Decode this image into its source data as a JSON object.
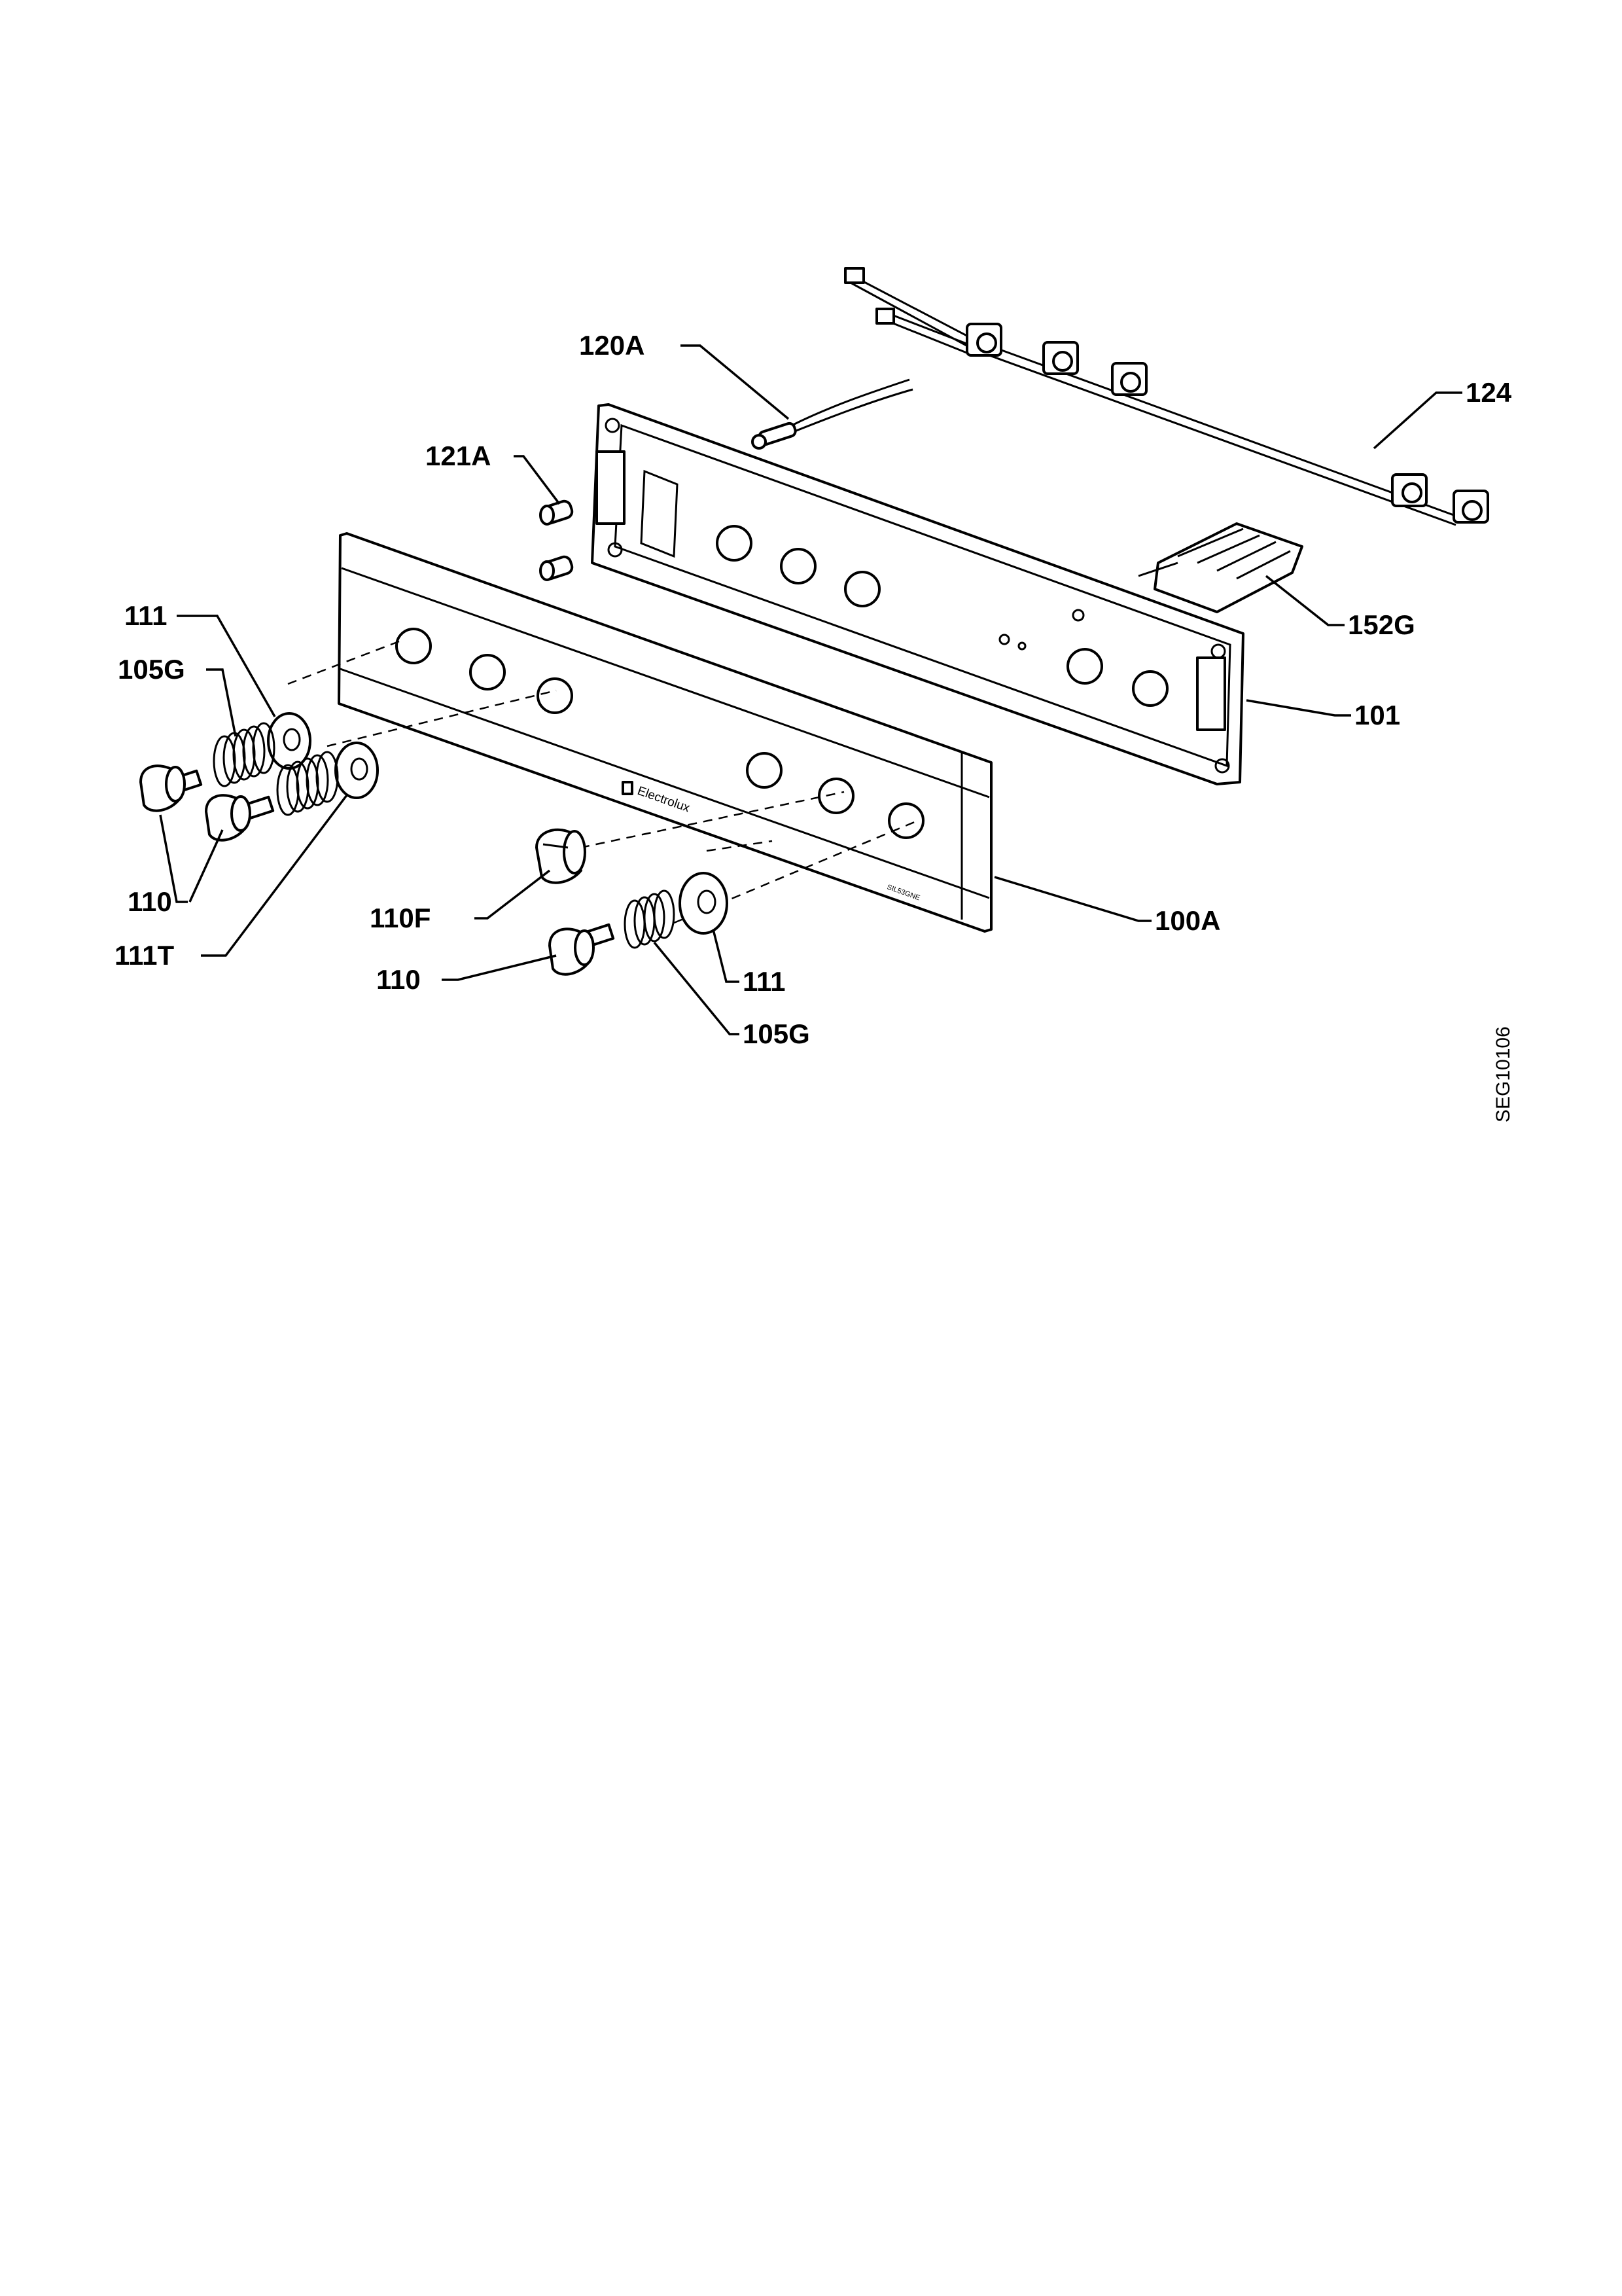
{
  "labels": {
    "l120A": "120A",
    "l124": "124",
    "l121A": "121A",
    "l111_top": "111",
    "l105G_top": "105G",
    "l152G": "152G",
    "l101": "101",
    "l110_left": "110",
    "l111T": "111T",
    "l110F": "110F",
    "l100A": "100A",
    "l110_bottom": "110",
    "l111_bottom": "111",
    "l105G_bottom": "105G"
  },
  "drawing_code": "SEG10106",
  "panel_brand": "Electrolux",
  "panel_model": "SIL53GNE"
}
